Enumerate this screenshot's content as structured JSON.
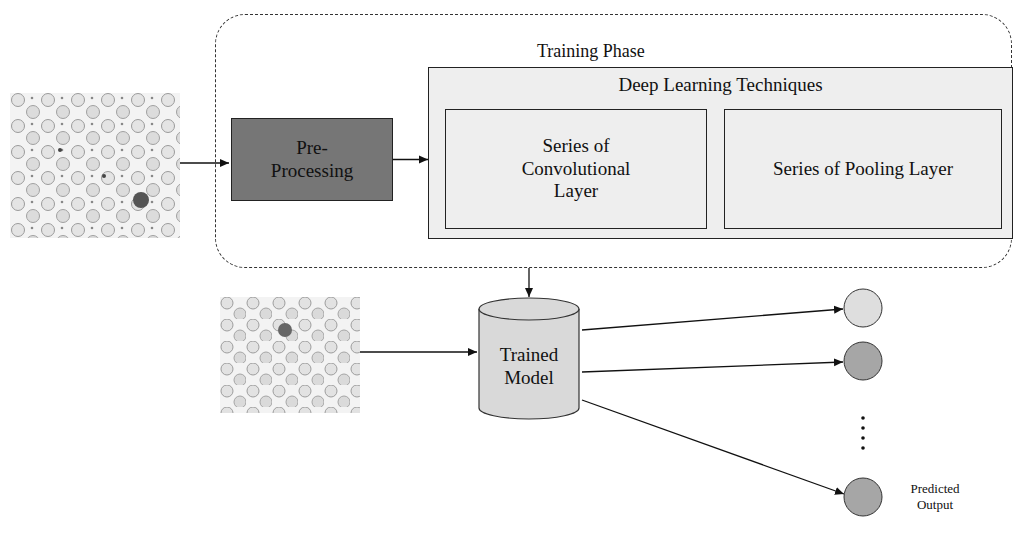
{
  "diagram": {
    "nodes": [
      {
        "text": [
          "Training Phase"
        ]
      },
      {
        "text": [
          "Pre- Processing"
        ],
        "in": 0
      },
      {
        "text": [
          "Deep Learning Techniques"
        ],
        "in": 0
      },
      {
        "text": [
          "Series of Convolutional Layer"
        ],
        "in": 2
      },
      {
        "text": [
          "Series of Pooling Layer"
        ],
        "in": 2
      },
      {
        "text": [
          "Trained Model"
        ]
      }
    ],
    "edges": [
      {
        "from": 1,
        "to": 2,
        "arrow": "to"
      },
      {
        "from": 0,
        "to": 5,
        "arrow": "to"
      }
    ],
    "labels": [
      "Predicted Output"
    ]
  }
}
